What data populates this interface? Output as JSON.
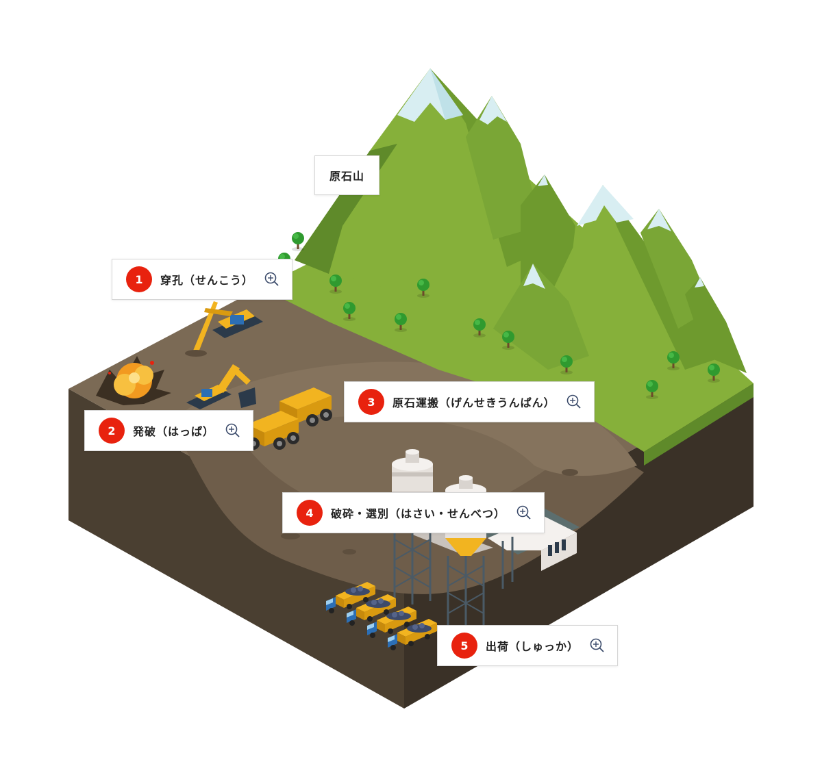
{
  "mountain_label": "原石山",
  "steps": [
    {
      "num": "1",
      "label": "穿孔（せんこう）",
      "icon": "zoom-in-icon"
    },
    {
      "num": "2",
      "label": "発破（はっぱ）",
      "icon": "zoom-in-icon"
    },
    {
      "num": "3",
      "label": "原石運搬（げんせきうんぱん）",
      "icon": "zoom-in-icon"
    },
    {
      "num": "4",
      "label": "破砕・選別（はさい・せんべつ）",
      "icon": "zoom-in-icon"
    },
    {
      "num": "5",
      "label": "出荷（しゅっか）",
      "icon": "zoom-in-icon"
    }
  ],
  "colors": {
    "accent": "#e8220e",
    "grass": "#86b03a",
    "grass_dark": "#5f8a2a",
    "snow": "#d8eef2",
    "ground_top": "#7b6a55",
    "ground_side_left": "#4a3f31",
    "ground_side_right": "#3a3127",
    "machine": "#f2b420",
    "truck_cab": "#2c6fb5"
  }
}
